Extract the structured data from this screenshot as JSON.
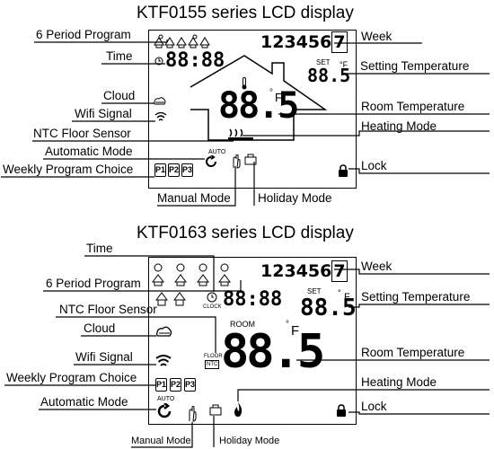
{
  "diagram1": {
    "title": "KTF0155 series LCD display",
    "labels": {
      "six_period_program": "6 Period Program",
      "time": "Time",
      "cloud": "Cloud",
      "wifi_signal": "Wifi Signal",
      "ntc_floor_sensor": "NTC Floor Sensor",
      "automatic_mode": "Automatic Mode",
      "weekly_program_choice": "Weekly Program Choice",
      "manual_mode": "Manual Mode",
      "holiday_mode": "Holiday Mode",
      "week": "Week",
      "setting_temperature": "Setting Temperature",
      "room_temperature": "Room Temperature",
      "heating_mode": "Heating Mode",
      "lock": "Lock"
    },
    "display": {
      "clock": "88:88",
      "week_digits": "123456",
      "week_boxed": "7",
      "set_label": "SET",
      "set_temp": "88.5",
      "set_unit": "°F",
      "room_temp": "88.5",
      "room_unit_c": "°",
      "room_unit_f": "F",
      "auto_label": "AUTO",
      "programs": [
        "P1",
        "P2",
        "P3"
      ]
    }
  },
  "diagram2": {
    "title": "KTF0163 series LCD display",
    "labels": {
      "time": "Time",
      "six_period_program": "6 Period Program",
      "ntc_floor_sensor": "NTC Floor Sensor",
      "cloud": "Cloud",
      "wifi_signal": "Wifi Signal",
      "weekly_program_choice": "Weekly Program Choice",
      "automatic_mode": "Automatic Mode",
      "manual_mode": "Manual Mode",
      "holiday_mode": "Holiday Mode",
      "week": "Week",
      "setting_temperature": "Setting Temperature",
      "room_temperature": "Room Temperature",
      "heating_mode": "Heating Mode",
      "lock": "Lock"
    },
    "display": {
      "clock": "88:88",
      "clock_label": "CLOCK",
      "week_digits": "123456",
      "week_boxed": "7",
      "set_label": "SET",
      "set_temp": "88.5",
      "set_unit_c": "°",
      "set_unit_f": "F",
      "room_label": "ROOM",
      "room_temp": "88.5",
      "room_unit_c": "°",
      "room_unit_f": "F",
      "floor_label": "FLOOR",
      "ntc_label": "NTC",
      "auto_label": "AUTO",
      "programs": [
        "P1",
        "P2",
        "P3"
      ]
    }
  }
}
